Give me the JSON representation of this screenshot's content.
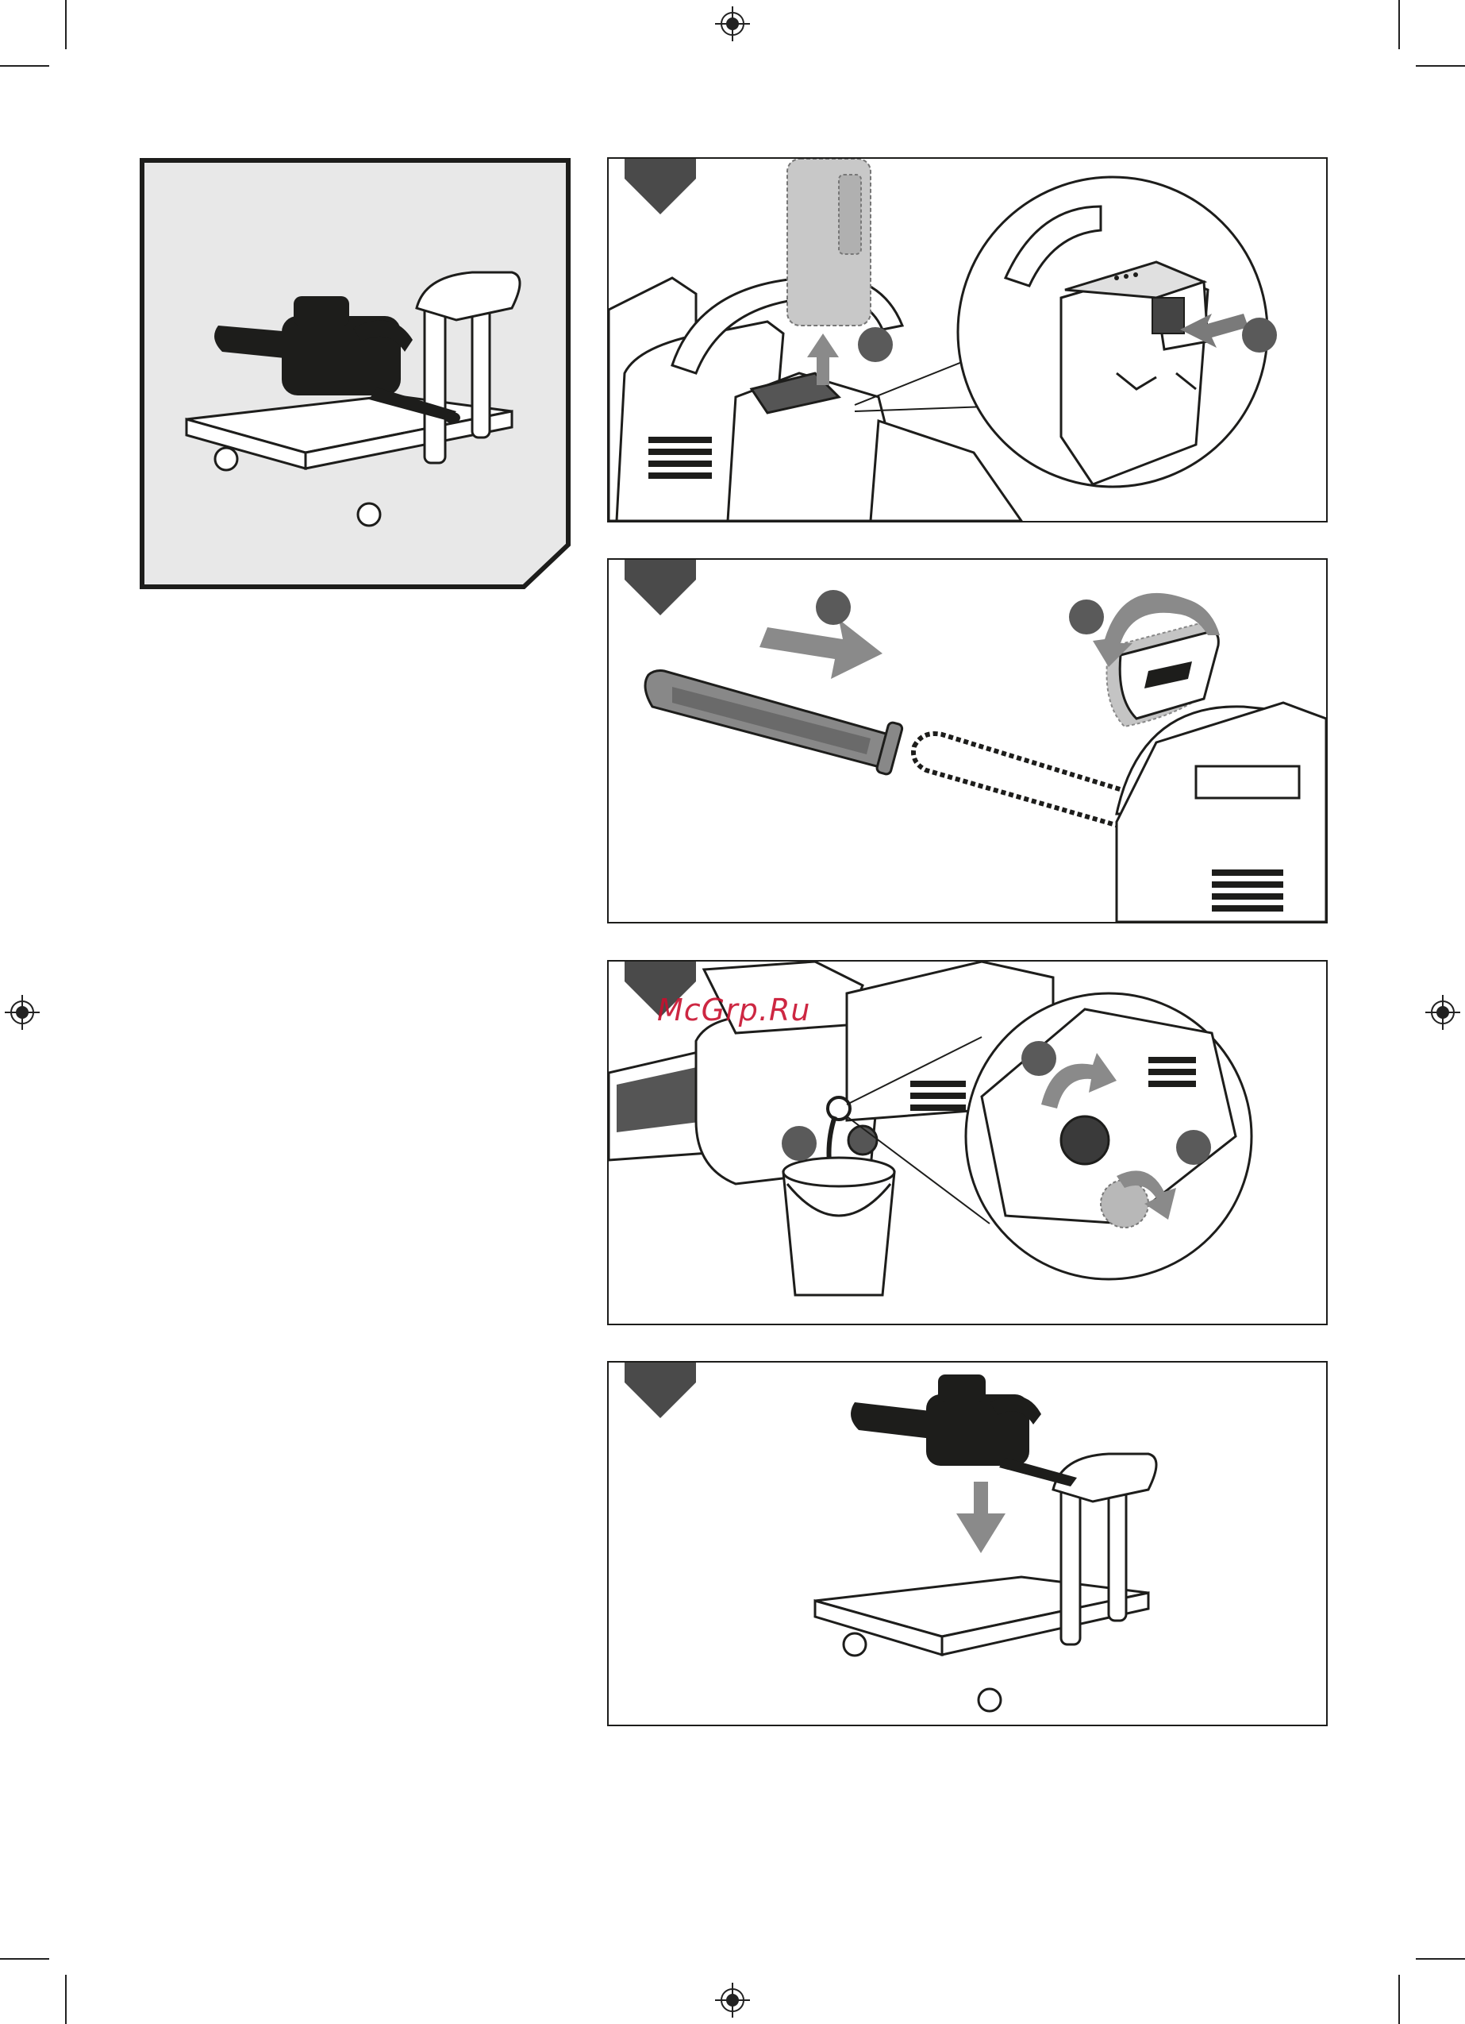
{
  "watermark": {
    "text": "McGrp.Ru"
  },
  "panels": [
    {
      "id": "step-1",
      "subject": "battery-removal",
      "callouts": 2
    },
    {
      "id": "step-2",
      "subject": "bar-cover-and-chain-guard",
      "callouts": 2
    },
    {
      "id": "step-3",
      "subject": "oil-tank-drain",
      "callouts": 3
    },
    {
      "id": "step-4",
      "subject": "place-on-cart",
      "callouts": 0
    }
  ],
  "colors": {
    "ink": "#1d1d1b",
    "panel_gray": "#e8e8e8",
    "tag": "#4a4a4a",
    "badge": "#5a5a5a",
    "watermark": "#c8102e"
  },
  "icons": [
    "registration-mark-icon",
    "arrow-up-icon",
    "arrow-right-icon",
    "rotate-arrow-icon",
    "arrow-down-icon"
  ]
}
